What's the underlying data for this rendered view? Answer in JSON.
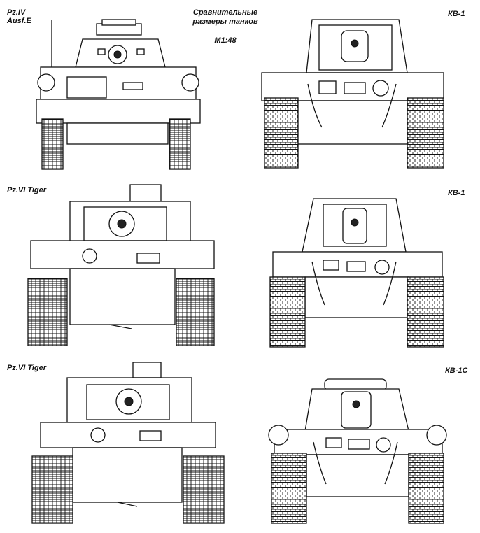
{
  "header": {
    "title_line1": "Сравнительные",
    "title_line2": "размеры танков",
    "scale": "М1:48"
  },
  "drawings": [
    {
      "id": "pz4",
      "label_line1": "Pz.IV",
      "label_line2": "Ausf.E"
    },
    {
      "id": "kv1_a",
      "label_line1": "КВ-1",
      "label_line2": ""
    },
    {
      "id": "tiger_a",
      "label_line1": "Pz.VI Tiger",
      "label_line2": ""
    },
    {
      "id": "kv1_b",
      "label_line1": "КВ-1",
      "label_line2": ""
    },
    {
      "id": "tiger_b",
      "label_line1": "Pz.VI Tiger",
      "label_line2": ""
    },
    {
      "id": "kv1c",
      "label_line1": "КВ-1С",
      "label_line2": ""
    }
  ]
}
